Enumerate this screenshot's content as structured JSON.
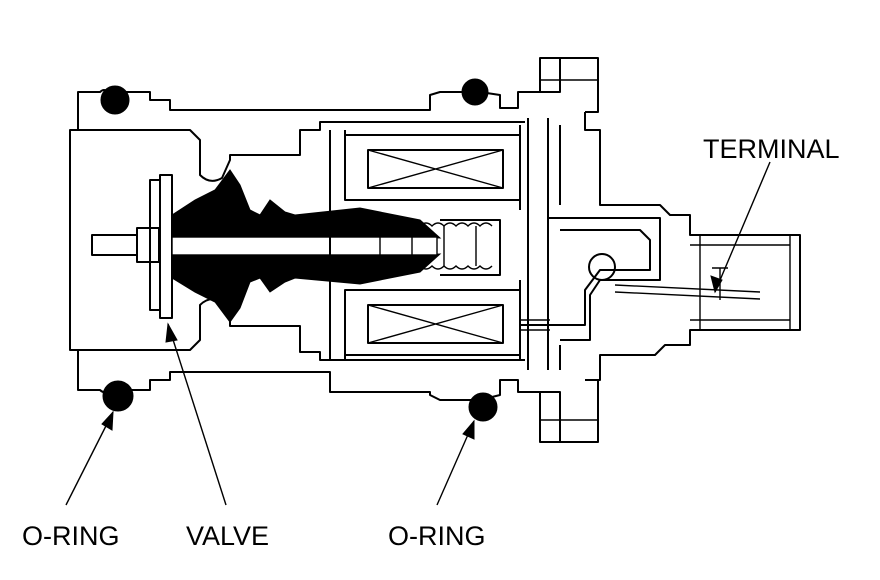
{
  "labels": {
    "terminal": "TERMINAL",
    "oring_left": "O-RING",
    "valve": "VALVE",
    "oring_right": "O-RING"
  }
}
